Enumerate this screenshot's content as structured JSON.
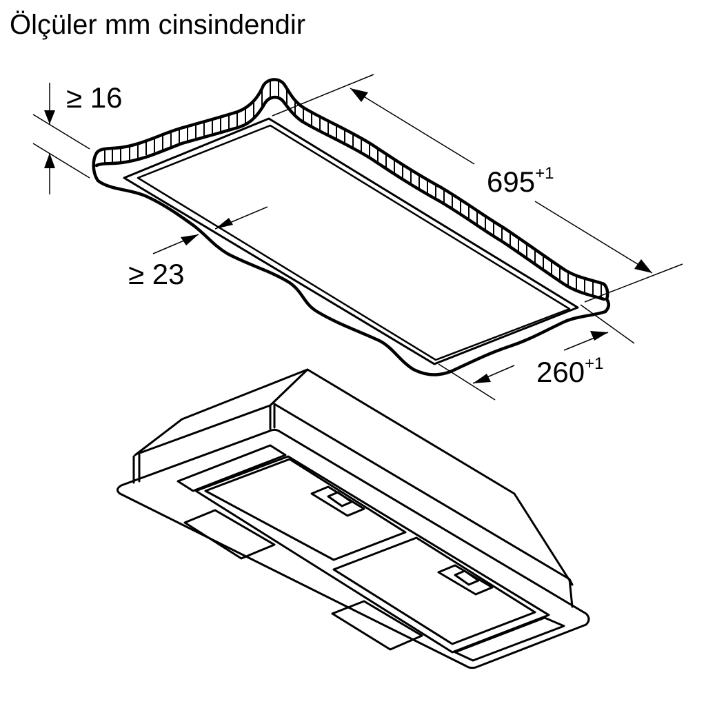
{
  "title": "Ölçüler mm cinsindendir",
  "dimensions": {
    "min_thickness": {
      "symbol": "≥",
      "value": "16"
    },
    "min_edge": {
      "symbol": "≥",
      "value": "23"
    },
    "length": {
      "value": "695",
      "tolerance": "+1"
    },
    "width": {
      "value": "260",
      "tolerance": "+1"
    }
  },
  "figure": {
    "top_part": "cutout-in-cabinet-panel",
    "bottom_part": "built-in-hood-unit",
    "line_color": "#000000",
    "background": "#ffffff"
  }
}
